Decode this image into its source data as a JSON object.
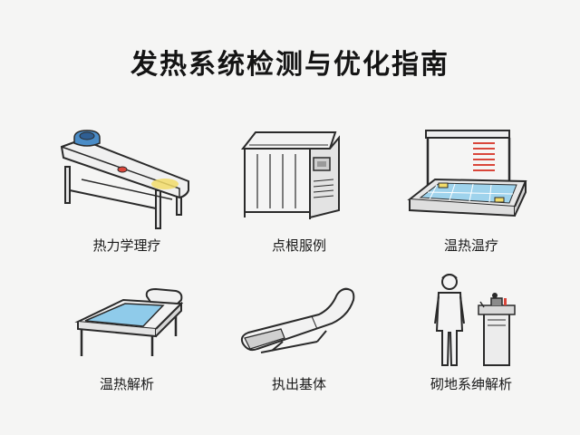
{
  "title": "发热系统检测与优化指南",
  "items": [
    {
      "label": "热力学理疗",
      "icon": "therapy-bed-icon"
    },
    {
      "label": "点根服例",
      "icon": "heater-cabinet-icon"
    },
    {
      "label": "温热温疗",
      "icon": "heated-pool-icon"
    },
    {
      "label": "温热解析",
      "icon": "water-bed-icon"
    },
    {
      "label": "执出基体",
      "icon": "recliner-icon"
    },
    {
      "label": "砌地系绅解析",
      "icon": "technician-icon"
    }
  ],
  "colors": {
    "background": "#f5f5f4",
    "line": "#2a2a2a",
    "blue": "#7fc6e8",
    "yellow": "#f2dc6a",
    "red": "#d9463a",
    "gray": "#d8d8d8"
  }
}
